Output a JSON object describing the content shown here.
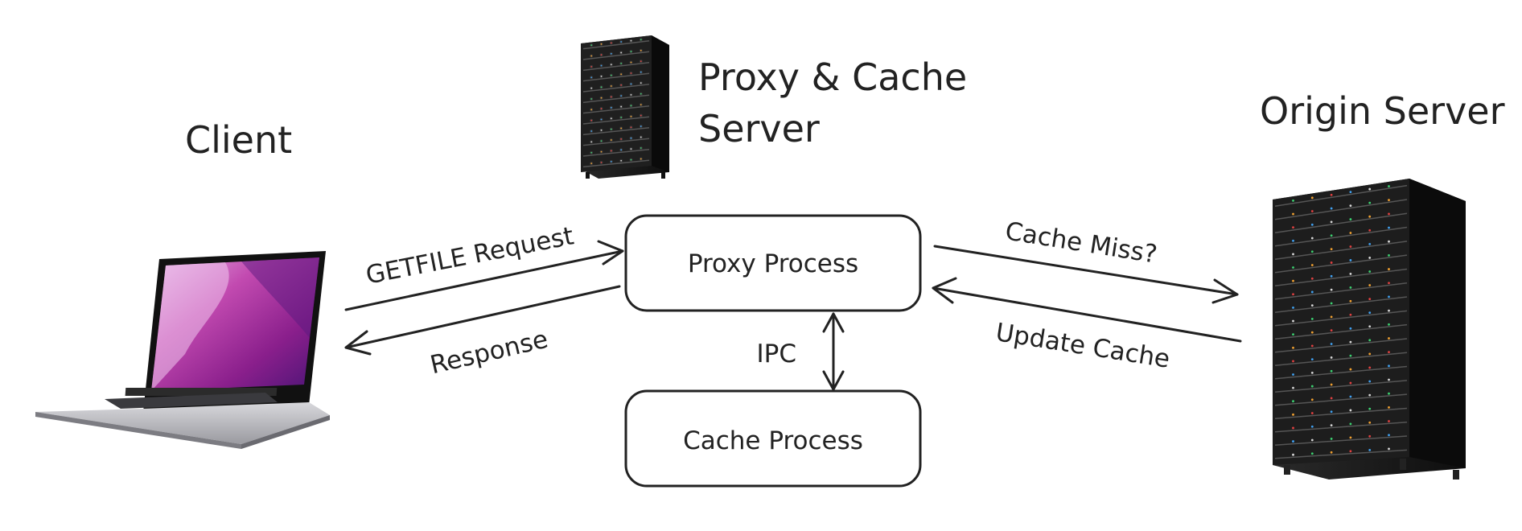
{
  "nodes": {
    "client": {
      "title": "Client",
      "icon": "laptop-icon"
    },
    "proxy_server": {
      "title_line1": "Proxy & Cache",
      "title_line2": "Server",
      "icon": "server-rack-icon"
    },
    "origin_server": {
      "title": "Origin Server",
      "icon": "server-rack-icon"
    }
  },
  "processes": {
    "proxy": {
      "label": "Proxy Process"
    },
    "cache": {
      "label": "Cache Process"
    }
  },
  "edges": {
    "getfile_request": {
      "label": "GETFILE Request"
    },
    "response": {
      "label": "Response"
    },
    "ipc": {
      "label": "IPC"
    },
    "cache_miss": {
      "label": "Cache Miss?"
    },
    "update_cache": {
      "label": "Update Cache"
    }
  },
  "colors": {
    "stroke": "#222222",
    "background": "#ffffff",
    "rack_body": "#1c1c1c",
    "laptop_wallpaper": "#b0308f"
  }
}
